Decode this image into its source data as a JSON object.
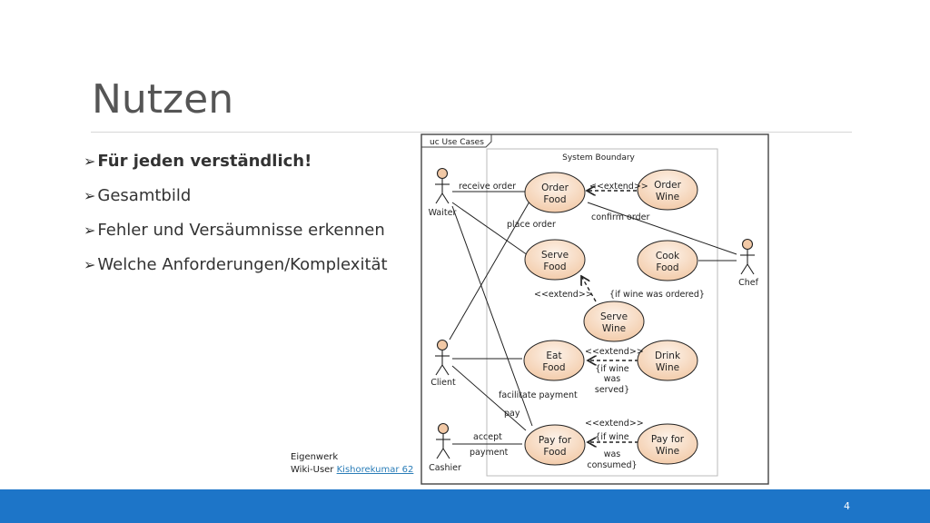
{
  "slide": {
    "title": "Nutzen",
    "bullets": [
      "Für jeden verständlich!",
      "Gesamtbild",
      "Fehler und Versäumnisse erkennen",
      "Welche Anforderungen/Komplexität"
    ],
    "credit_line1": "Eigenwerk",
    "credit_prefix": "Wiki-User ",
    "credit_link": "Kishorekumar 62",
    "page_number": "4"
  },
  "diagram": {
    "frame_label": "uc Use Cases",
    "boundary_label": "System Boundary",
    "actors": {
      "waiter": "Waiter",
      "chef": "Chef",
      "client": "Client",
      "cashier": "Cashier"
    },
    "use_cases": {
      "order_food": [
        "Order",
        "Food"
      ],
      "order_wine": [
        "Order",
        "Wine"
      ],
      "serve_food": [
        "Serve",
        "Food"
      ],
      "cook_food": [
        "Cook",
        "Food"
      ],
      "serve_wine": [
        "Serve",
        "Wine"
      ],
      "eat_food": [
        "Eat",
        "Food"
      ],
      "drink_wine": [
        "Drink",
        "Wine"
      ],
      "pay_food": [
        "Pay for",
        "Food"
      ],
      "pay_wine": [
        "Pay for",
        "Wine"
      ]
    },
    "labels": {
      "receive_order": "receive order",
      "place_order": "place order",
      "confirm_order": "confirm order",
      "extend": "<<extend>>",
      "cond_wine_ordered": "{if wine was ordered}",
      "cond_wine_served": [
        "{if wine",
        "was",
        "served}"
      ],
      "cond_wine_consumed": [
        "{if wine",
        "was",
        "consumed}"
      ],
      "facilitate_payment": "facilitate payment",
      "pay": "pay",
      "accept": "accept",
      "payment": "payment"
    }
  }
}
